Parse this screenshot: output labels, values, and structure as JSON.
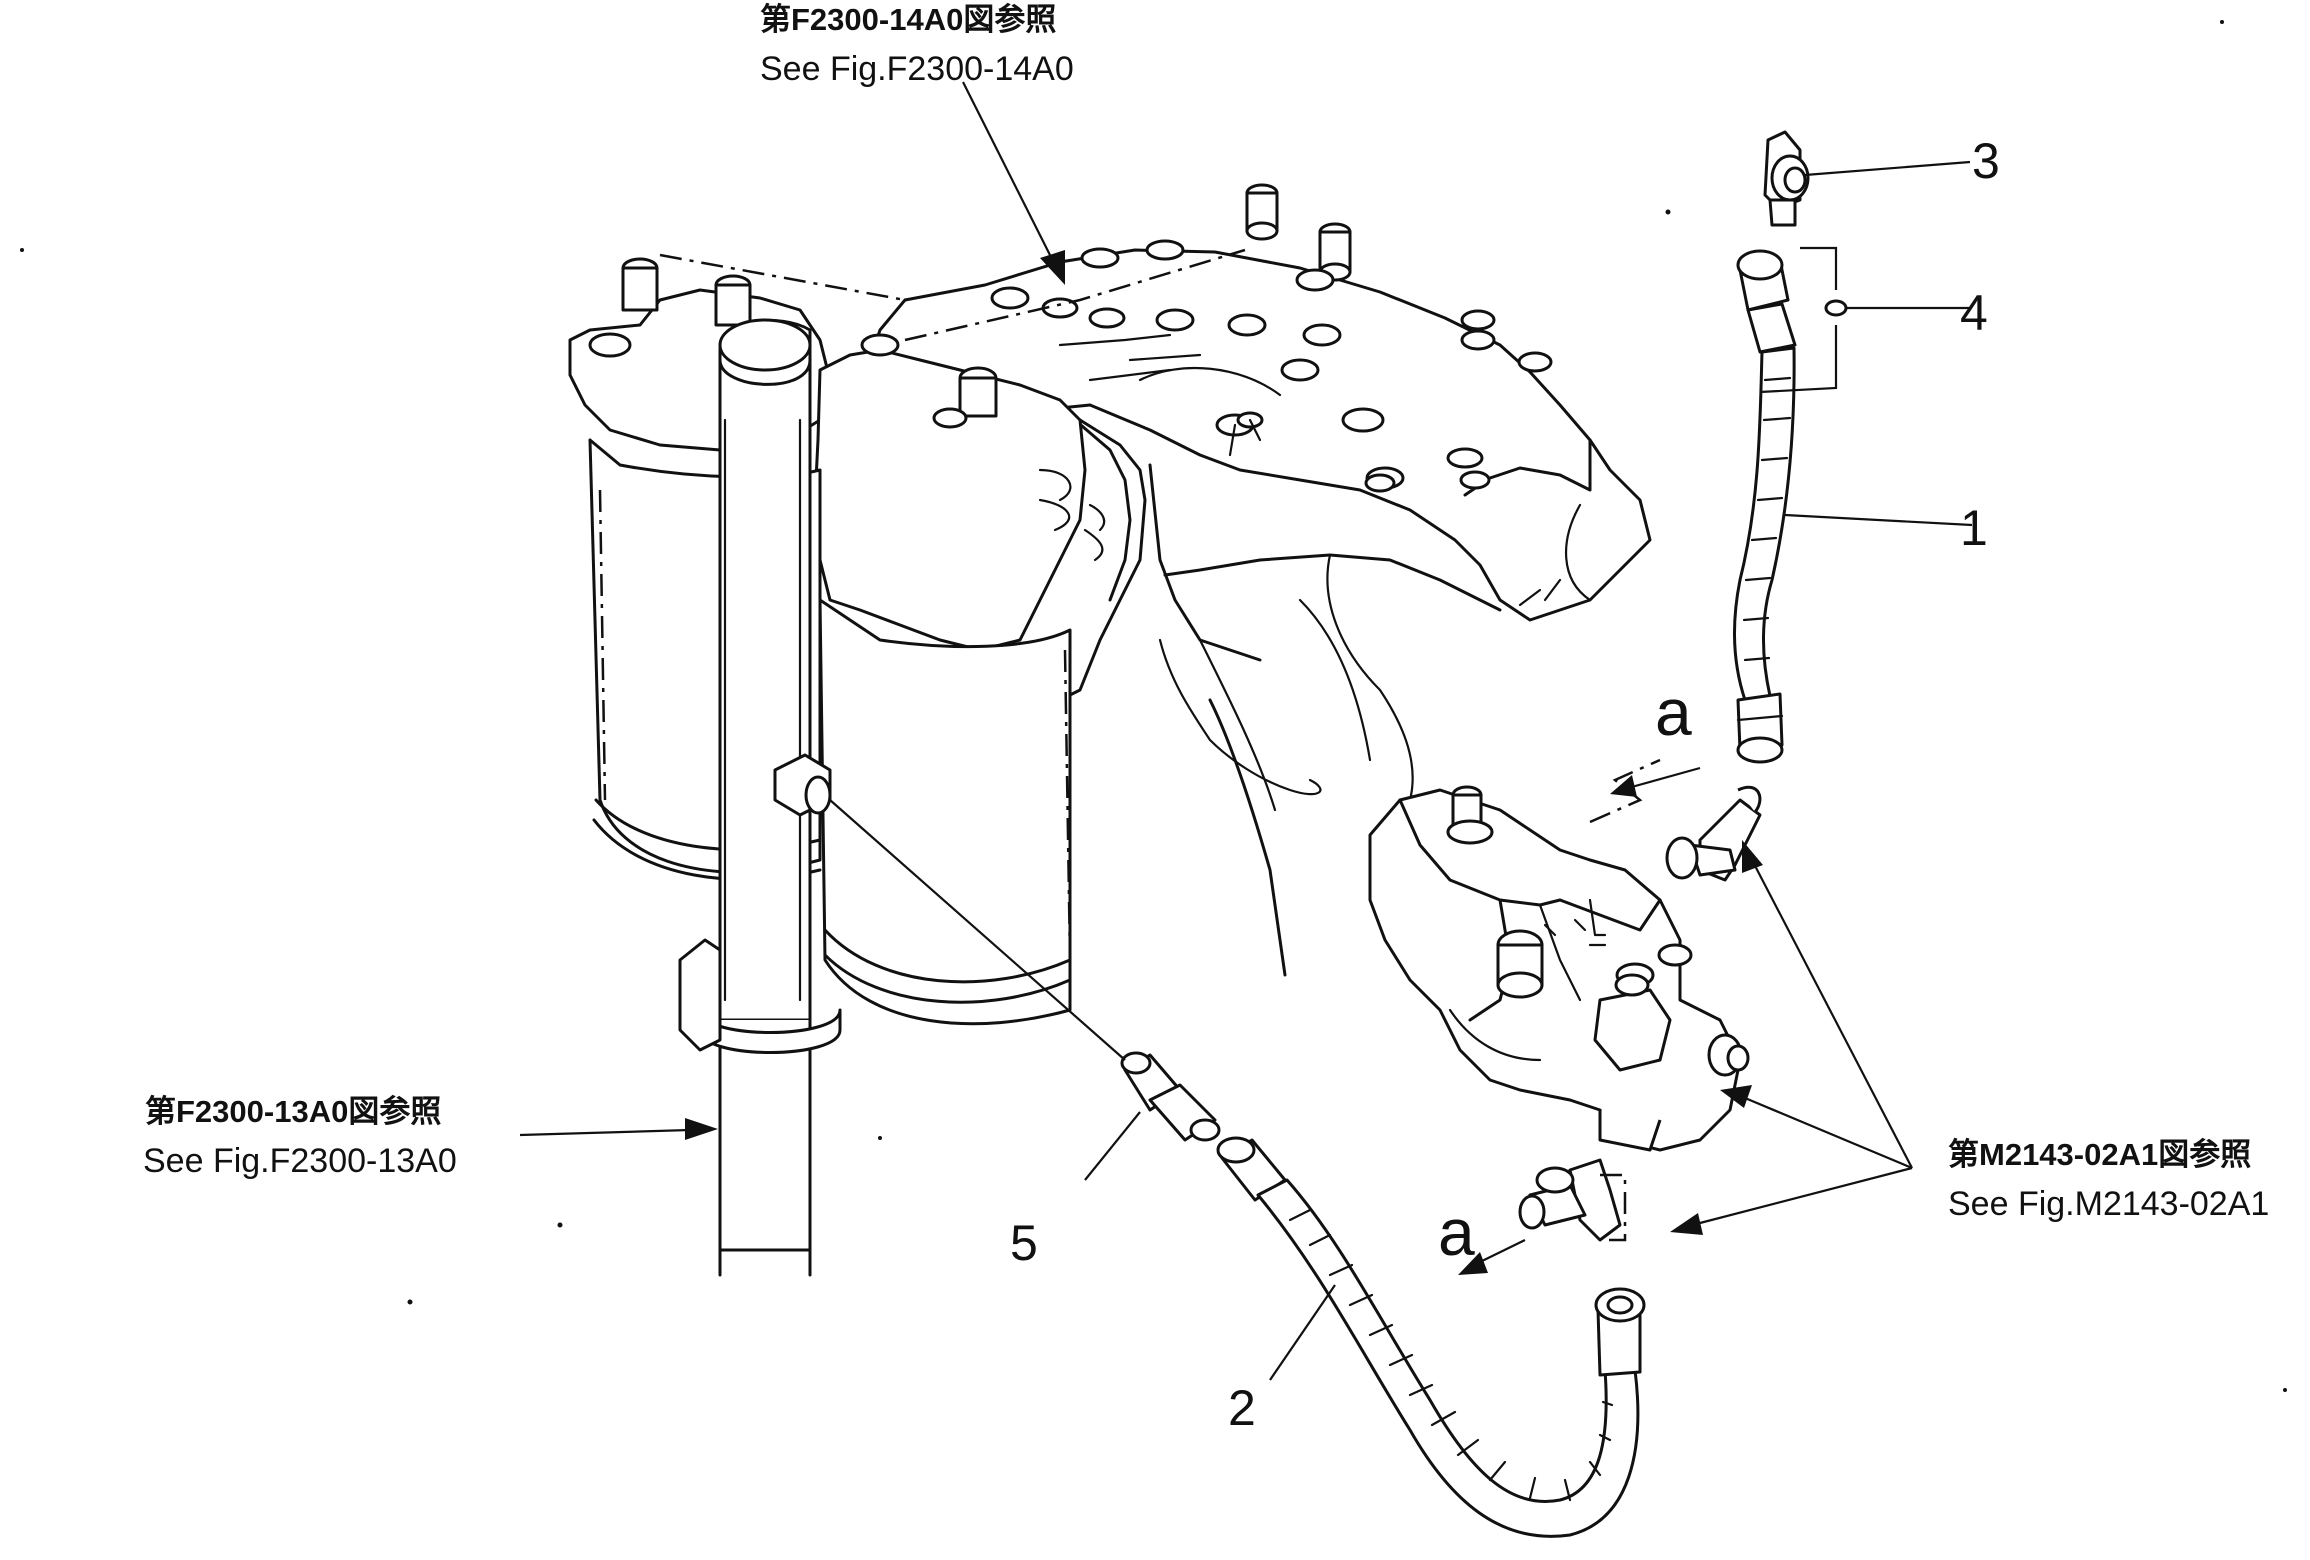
{
  "references": {
    "top": {
      "jp": "第F2300-14A0図参照",
      "en": "See Fig.F2300-14A0"
    },
    "left": {
      "jp": "第F2300-13A0図参照",
      "en": "See Fig.F2300-13A0"
    },
    "right": {
      "jp": "第M2143-02A1図参照",
      "en": "See Fig.M2143-02A1"
    }
  },
  "part_numbers": [
    "1",
    "2",
    "3",
    "4",
    "5"
  ],
  "connection_marks": [
    "a",
    "a"
  ]
}
